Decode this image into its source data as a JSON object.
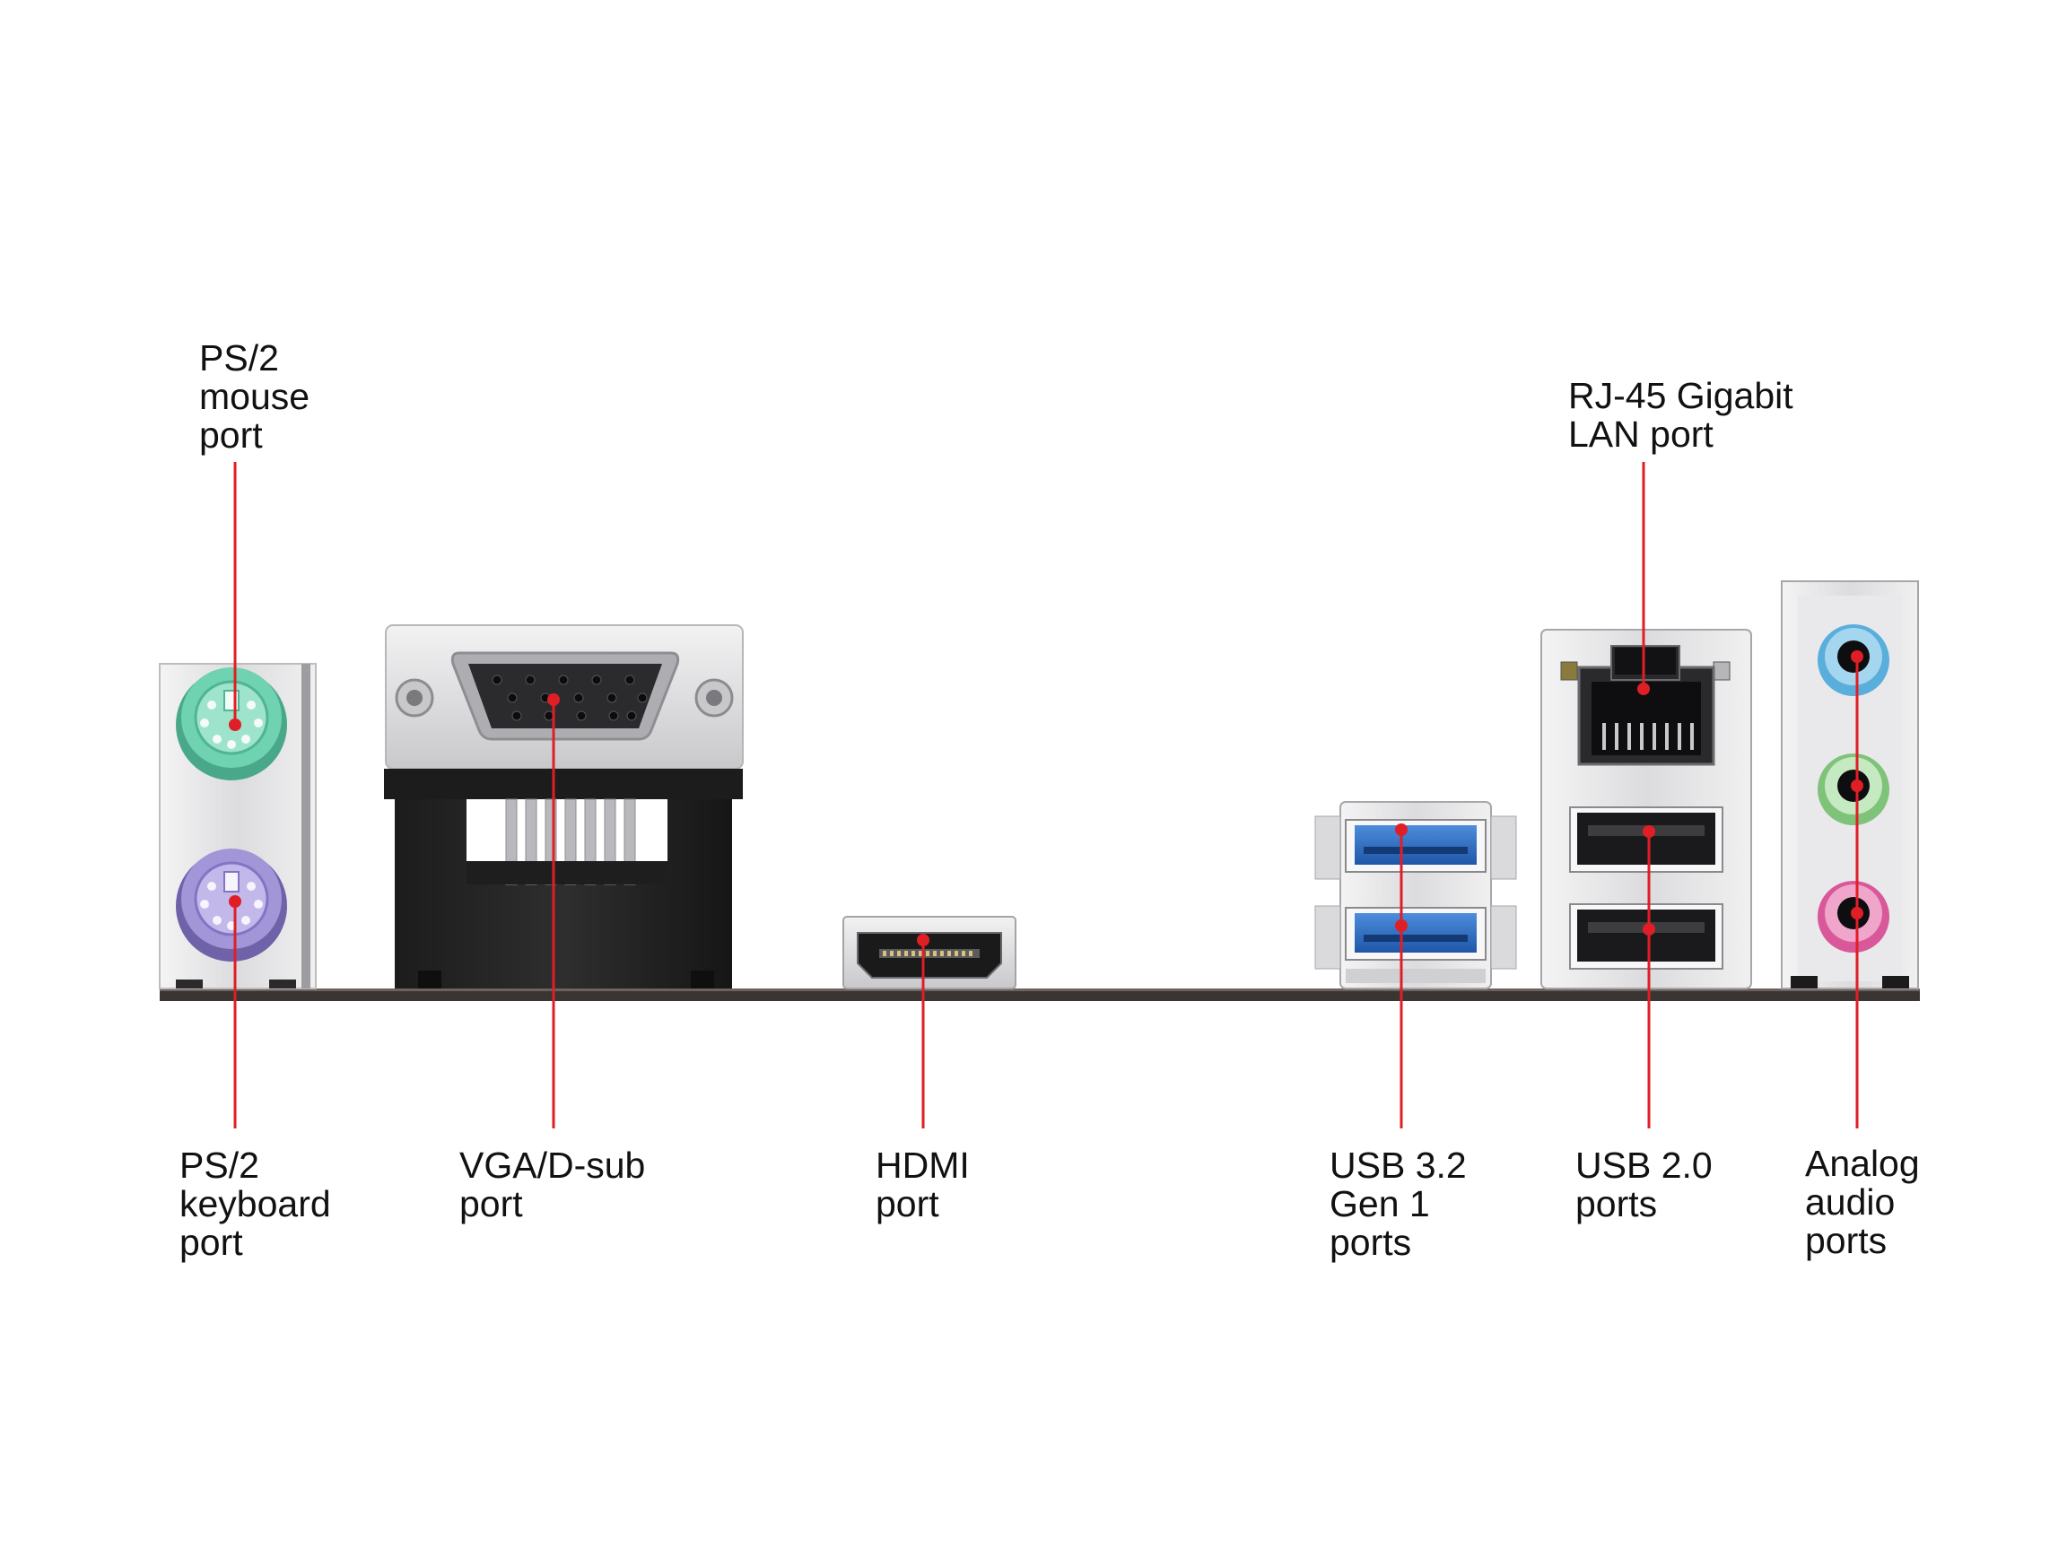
{
  "colors": {
    "callout_line": "#e01e26",
    "callout_dot": "#e01e26",
    "pcb_strip": "#3a3533",
    "ps2_mouse": "#5fc7a6",
    "ps2_keyboard": "#9a8ad0",
    "usb3_blue": "#2d6cc4",
    "audio_line_in": "#7bbfe3",
    "audio_line_out": "#a9d9a3",
    "audio_mic": "#e27cae",
    "metal_shield": "#e6e6e8"
  },
  "labels": {
    "ps2_mouse": [
      "PS/2",
      "mouse",
      "port"
    ],
    "ps2_keyboard": [
      "PS/2",
      "keyboard",
      "port"
    ],
    "vga": [
      "VGA/D-sub",
      "port"
    ],
    "hdmi": [
      "HDMI",
      "port"
    ],
    "usb32": [
      "USB 3.2",
      "Gen 1",
      "ports"
    ],
    "lan": [
      "RJ-45 Gigabit",
      "LAN port"
    ],
    "usb20": [
      "USB 2.0",
      "ports"
    ],
    "audio": [
      "Analog",
      "audio",
      "ports"
    ]
  }
}
